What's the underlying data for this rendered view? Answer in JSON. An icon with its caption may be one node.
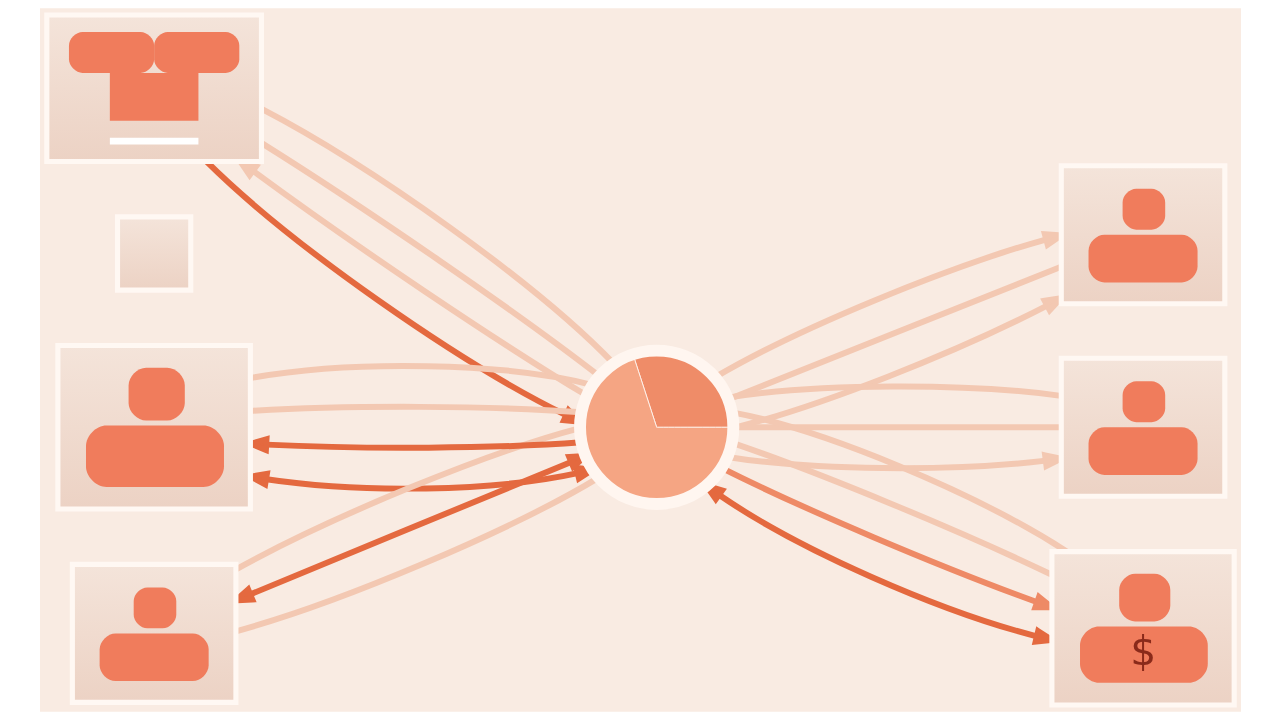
{
  "diagram": {
    "nodes": [
      {
        "text": [],
        "shape": "picture"
      },
      {
        "text": [],
        "shape": "box"
      },
      {
        "text": [],
        "shape": "picture"
      },
      {
        "text": [],
        "shape": "picture"
      },
      {
        "text": [],
        "shape": "circle"
      },
      {
        "text": [],
        "shape": "picture"
      },
      {
        "text": [],
        "shape": "picture"
      },
      {
        "text": [
          "$"
        ]
      }
    ],
    "edges": [
      {
        "from": 4,
        "to": 0,
        "arrow": "to"
      },
      {
        "from": 0,
        "to": 4,
        "arrow": "to",
        "color": "#e4693f"
      },
      {
        "from": 0,
        "to": 4,
        "arrow": "none"
      },
      {
        "from": 0,
        "to": 4,
        "arrow": "none"
      },
      {
        "from": 4,
        "to": 2,
        "arrow": "to",
        "color": "#e4693f"
      },
      {
        "from": 2,
        "to": 4,
        "arrow": "both",
        "color": "#e4693f"
      },
      {
        "from": 2,
        "to": 4,
        "arrow": "none"
      },
      {
        "from": 2,
        "to": 4,
        "arrow": "none"
      },
      {
        "from": 3,
        "to": 4,
        "arrow": "none"
      },
      {
        "from": 3,
        "to": 4,
        "arrow": "both",
        "color": "#e4693f"
      },
      {
        "from": 3,
        "to": 4,
        "arrow": "none"
      },
      {
        "from": 4,
        "to": 5,
        "arrow": "to"
      },
      {
        "from": 4,
        "to": 5,
        "arrow": "none"
      },
      {
        "from": 4,
        "to": 5,
        "arrow": "to"
      },
      {
        "from": 4,
        "to": 6,
        "arrow": "to"
      },
      {
        "from": 4,
        "to": 6,
        "arrow": "none"
      },
      {
        "from": 4,
        "to": 6,
        "arrow": "none"
      },
      {
        "from": 4,
        "to": 7,
        "arrow": "both",
        "color": "#e4693f"
      },
      {
        "from": 4,
        "to": 7,
        "arrow": "to",
        "color": "#ee8a66"
      },
      {
        "from": 4,
        "to": 7,
        "arrow": "none"
      },
      {
        "from": 4,
        "to": 7,
        "arrow": "none"
      }
    ]
  }
}
